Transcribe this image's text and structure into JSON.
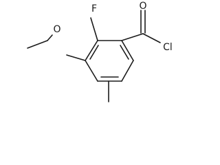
{
  "molecule": {
    "atoms": {
      "fluorine": "F",
      "ether_oxygen": "O",
      "carbonyl_oxygen": "O",
      "chlorine": "Cl"
    },
    "colors": {
      "ink": "#1a1a1a",
      "background": "#ffffff"
    }
  }
}
